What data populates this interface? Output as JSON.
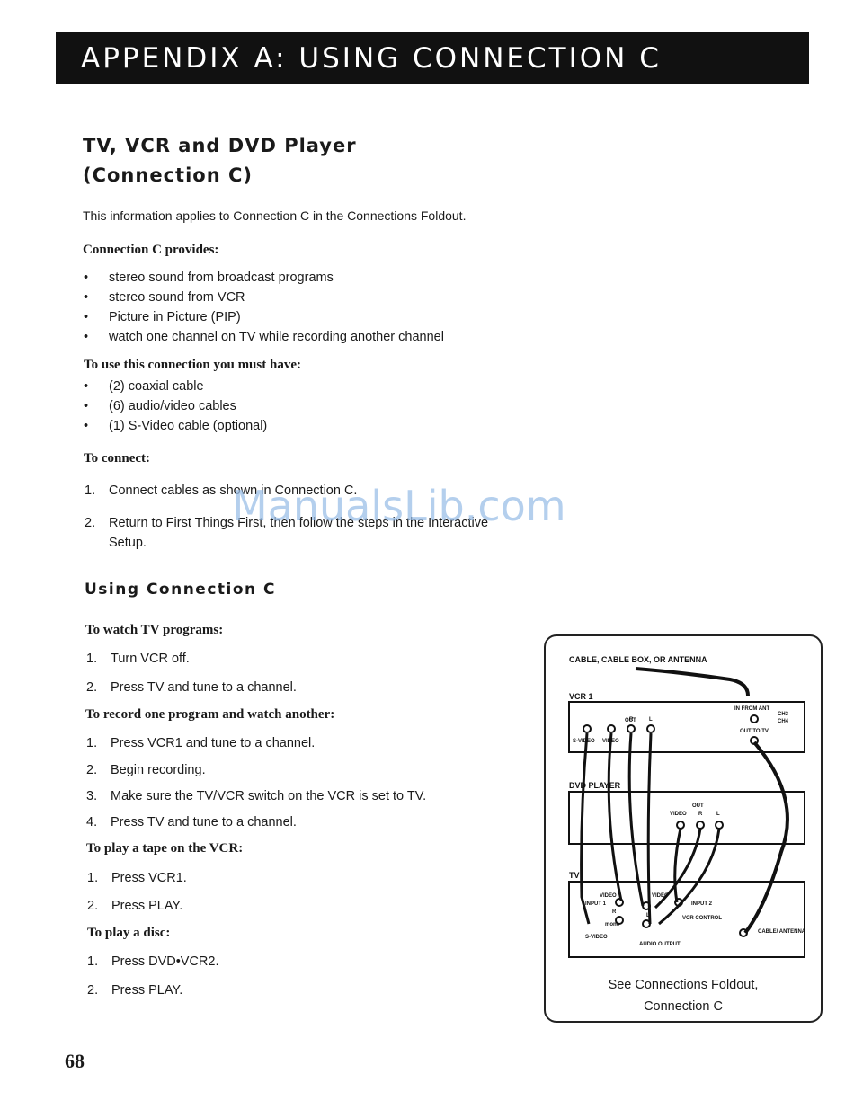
{
  "header": {
    "banner": "APPENDIX A: USING CONNECTION C"
  },
  "section1": {
    "title_line1": "TV, VCR and DVD Player",
    "title_line2": "(Connection C)",
    "intro": "This information applies to Connection C in the Connections Foldout.",
    "provides_label": "Connection C provides:",
    "provides": [
      "stereo sound from broadcast programs",
      "stereo sound from VCR",
      "Picture in Picture (PIP)",
      "watch one channel on TV while recording another channel"
    ],
    "must_have_label": "To use this connection you must have:",
    "must_have": [
      "(2) coaxial cable",
      "(6) audio/video cables",
      "(1) S-Video cable (optional)"
    ],
    "connect_label": "To connect:",
    "connect_steps": [
      "Connect cables as shown in Connection C.",
      "Return to First Things First, then follow the steps in the Interactive"
    ],
    "connect_step2_cont": "Setup."
  },
  "section2": {
    "title": "Using Connection C",
    "watch_tv_label": "To watch TV programs:",
    "watch_tv": [
      "Turn VCR off.",
      "Press TV and tune to a channel."
    ],
    "record_label": "To record one program and watch another:",
    "record": [
      "Press VCR1 and tune to a channel.",
      "Begin recording.",
      "Make sure the TV/VCR switch on the VCR is set to TV.",
      "Press TV and tune to a channel."
    ],
    "tape_label": "To play a tape on the VCR:",
    "tape": [
      "Press VCR1.",
      "Press PLAY."
    ],
    "disc_label": "To play a disc:",
    "disc": [
      "Press DVD•VCR2.",
      "Press PLAY."
    ]
  },
  "diagram": {
    "source_label": "CABLE, CABLE BOX, OR ANTENNA",
    "vcr_label": "VCR 1",
    "dvd_label": "DVD PLAYER",
    "tv_label": "TV",
    "in_from_ant": "IN FROM ANT",
    "ch3": "CH3",
    "ch4": "CH4",
    "out": "OUT",
    "svideo": "S-VIDEO",
    "video": "VIDEO",
    "r": "R",
    "l": "L",
    "out_to_tv": "OUT TO TV",
    "input1": "INPUT 1",
    "input2": "INPUT 2",
    "mono": "mono",
    "vcr_control": "VCR CONTROL",
    "audio_output": "AUDIO OUTPUT",
    "cable_antenna": "CABLE/ ANTENNA",
    "caption_line1": "See Connections Foldout,",
    "caption_line2": "Connection C"
  },
  "footer": {
    "page_number": "68"
  },
  "watermark": "ManualsLib.com"
}
